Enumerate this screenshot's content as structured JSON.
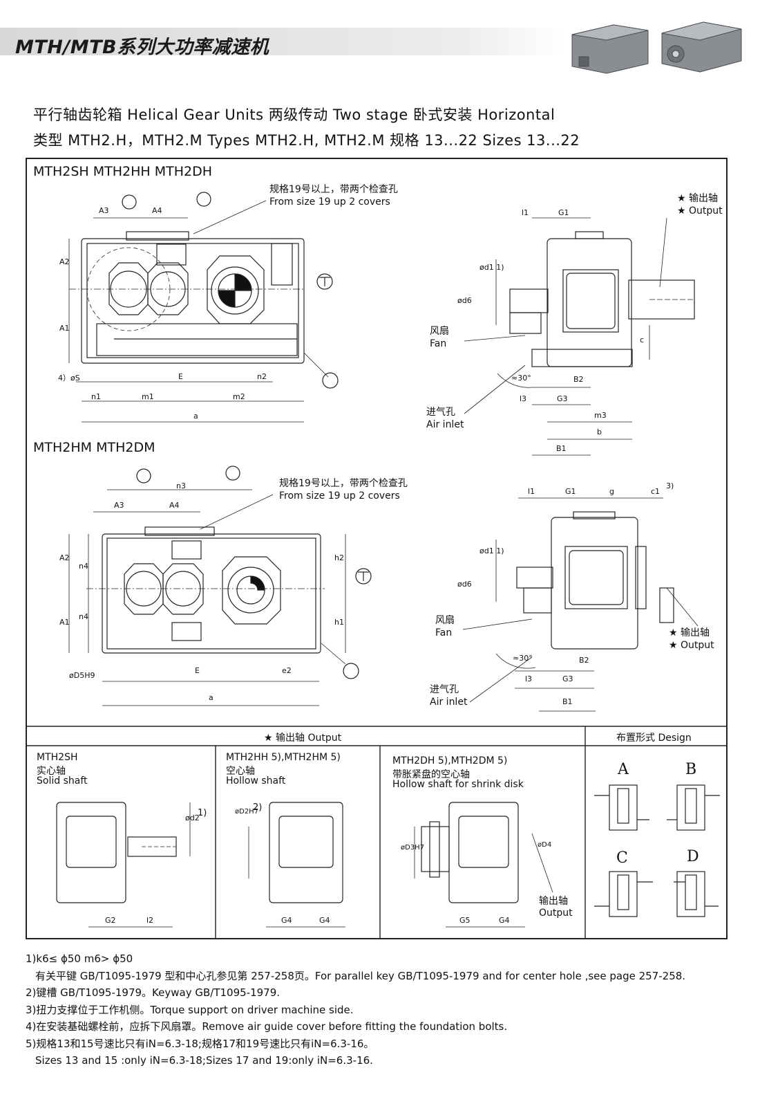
{
  "header": {
    "title": "MTH/MTB系列大功率减速机"
  },
  "spec": {
    "line1": "平行轴齿轮箱 Helical Gear Units    两级传动 Two stage      卧式安装 Horizontal",
    "line2": "类型 MTH2.H，MTH2.M Types MTH2.H, MTH2.M    规格 13...22 Sizes 13...22"
  },
  "section1": {
    "title": "MTH2SH MTH2HH MTH2DH",
    "note_cn": "规格19号以上，带两个检查孔",
    "note_en": "From size 19 up 2 covers",
    "output_cn": "★ 输出轴",
    "output_en": "★ Output",
    "fan_cn": "风扇",
    "fan_en": "Fan",
    "air_cn": "进气孔",
    "air_en": "Air inlet",
    "dims": {
      "A3": "A3",
      "A4": "A4",
      "A2": "A2",
      "A1": "A1",
      "S": "4）øS",
      "E": "E",
      "n2": "n2",
      "n1": "n1",
      "m1": "m1",
      "m2": "m2",
      "a": "a",
      "l1": "l1",
      "G1": "G1",
      "d1": "ød1 1)",
      "d6": "ød6",
      "c": "c",
      "angle": "≈30°",
      "B2": "B2",
      "l3": "l3",
      "G3": "G3",
      "m3": "m3",
      "b": "b",
      "B1": "B1"
    }
  },
  "section2": {
    "title": "MTH2HM MTH2DM",
    "note_cn": "规格19号以上，带两个检查孔",
    "note_en": "From size 19 up 2 covers",
    "output_cn": "★ 输出轴",
    "output_en": "★ Output",
    "fan_cn": "风扇",
    "fan_en": "Fan",
    "air_cn": "进气孔",
    "air_en": "Air inlet",
    "dims": {
      "n3": "n3",
      "A3": "A3",
      "A4": "A4",
      "A2": "A2",
      "A1": "A1",
      "n4a": "n4",
      "n4b": "n4",
      "h2": "h2",
      "h1": "h1",
      "D5": "øD5H9",
      "E": "E",
      "e2": "e2",
      "a": "a",
      "l1": "l1",
      "G1": "G1",
      "g": "g",
      "c1": "c1",
      "c1n": "3)",
      "d1": "ød1 1)",
      "d6": "ød6",
      "angle": "≈30°",
      "B2": "B2",
      "l3": "l3",
      "G3": "G3",
      "B1": "B1"
    }
  },
  "table": {
    "header_output": "★  输出轴   Output",
    "header_design": "布置形式    Design",
    "col1": {
      "title": "MTH2SH",
      "cn": "实心轴",
      "en": "Solid shaft",
      "d2": "ød2",
      "note": "1)",
      "G2": "G2",
      "l2": "l2"
    },
    "col2": {
      "title": "MTH2HH 5),MTH2HM 5)",
      "cn": "空心轴",
      "en": "Hollow shaft",
      "D2": "øD2H7",
      "note": "2)",
      "G4a": "G4",
      "G4b": "G4"
    },
    "col3": {
      "title": "MTH2DH 5),MTH2DM 5)",
      "cn": "带胀紧盘的空心轴",
      "en": "Hollow shaft for shrink disk",
      "D3": "øD3H7",
      "D4": "øD4",
      "out_cn": "输出轴",
      "out_en": "Output",
      "G5": "G5",
      "G4": "G4"
    },
    "designs": [
      "A",
      "B",
      "C",
      "D"
    ]
  },
  "footnotes": [
    "1)k6≤ ϕ50   m6> ϕ50",
    "有关平键 GB/T1095-1979 型和中心孔参见第 257-258页。For parallel key GB/T1095-1979 and for center hole ,see page 257-258.",
    "2)键槽 GB/T1095-1979。Keyway GB/T1095-1979.",
    "3)扭力支撑位于工作机侧。Torque support on driver machine side.",
    "4)在安装基础螺栓前，应拆下风扇罩。Remove air guide cover before fitting the foundation bolts.",
    "5)规格13和15号速比只有iN=6.3-18;规格17和19号速比只有iN=6.3-16。",
    "Sizes 13 and 15 :only iN=6.3-18;Sizes 17 and 19:only iN=6.3-16."
  ]
}
